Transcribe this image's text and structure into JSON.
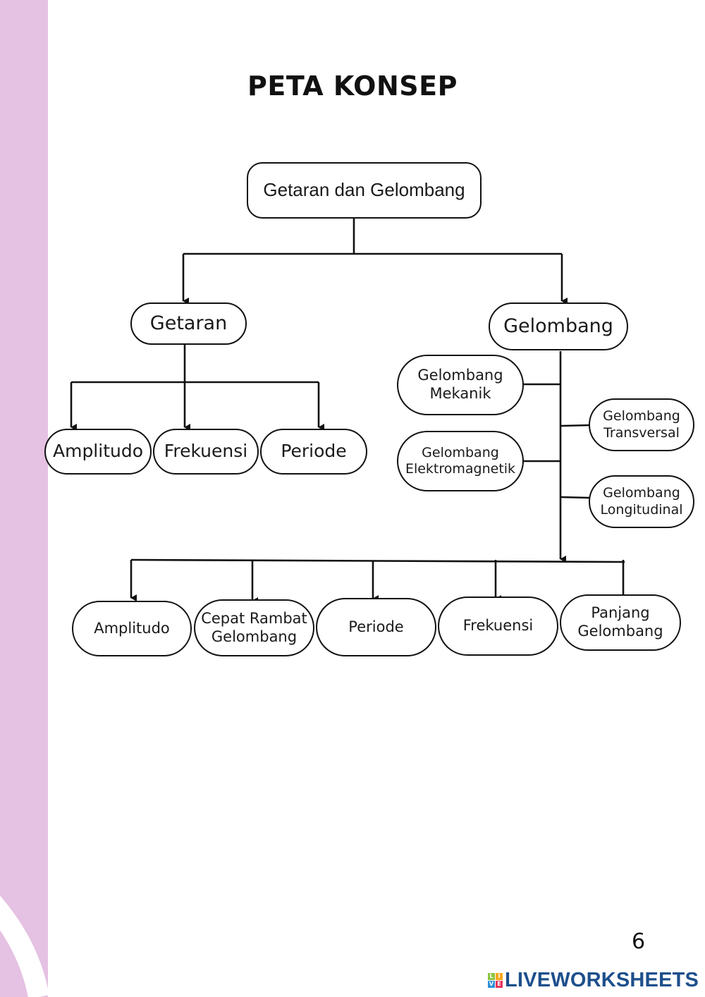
{
  "page": {
    "title": "PETA KONSEP",
    "page_number": "6",
    "brand": "LIVEWORKSHEETS",
    "brand_logo_letters": [
      "L",
      "I",
      "V",
      "E"
    ],
    "sidebar_color": "#e5c1e3"
  },
  "diagram": {
    "root": "Getaran dan Gelombang",
    "getaran": {
      "label": "Getaran",
      "children": [
        "Amplitudo",
        "Frekuensi",
        "Periode"
      ]
    },
    "gelombang": {
      "label": "Gelombang",
      "types_left": [
        "Gelombang\nMekanik",
        "Gelombang\nElektromagnetik"
      ],
      "types_right": [
        "Gelombang\nTransversal",
        "Gelombang\nLongitudinal"
      ],
      "properties": [
        "Amplitudo",
        "Cepat Rambat\nGelombang",
        "Periode",
        "Frekuensi",
        "Panjang\nGelombang"
      ]
    }
  }
}
